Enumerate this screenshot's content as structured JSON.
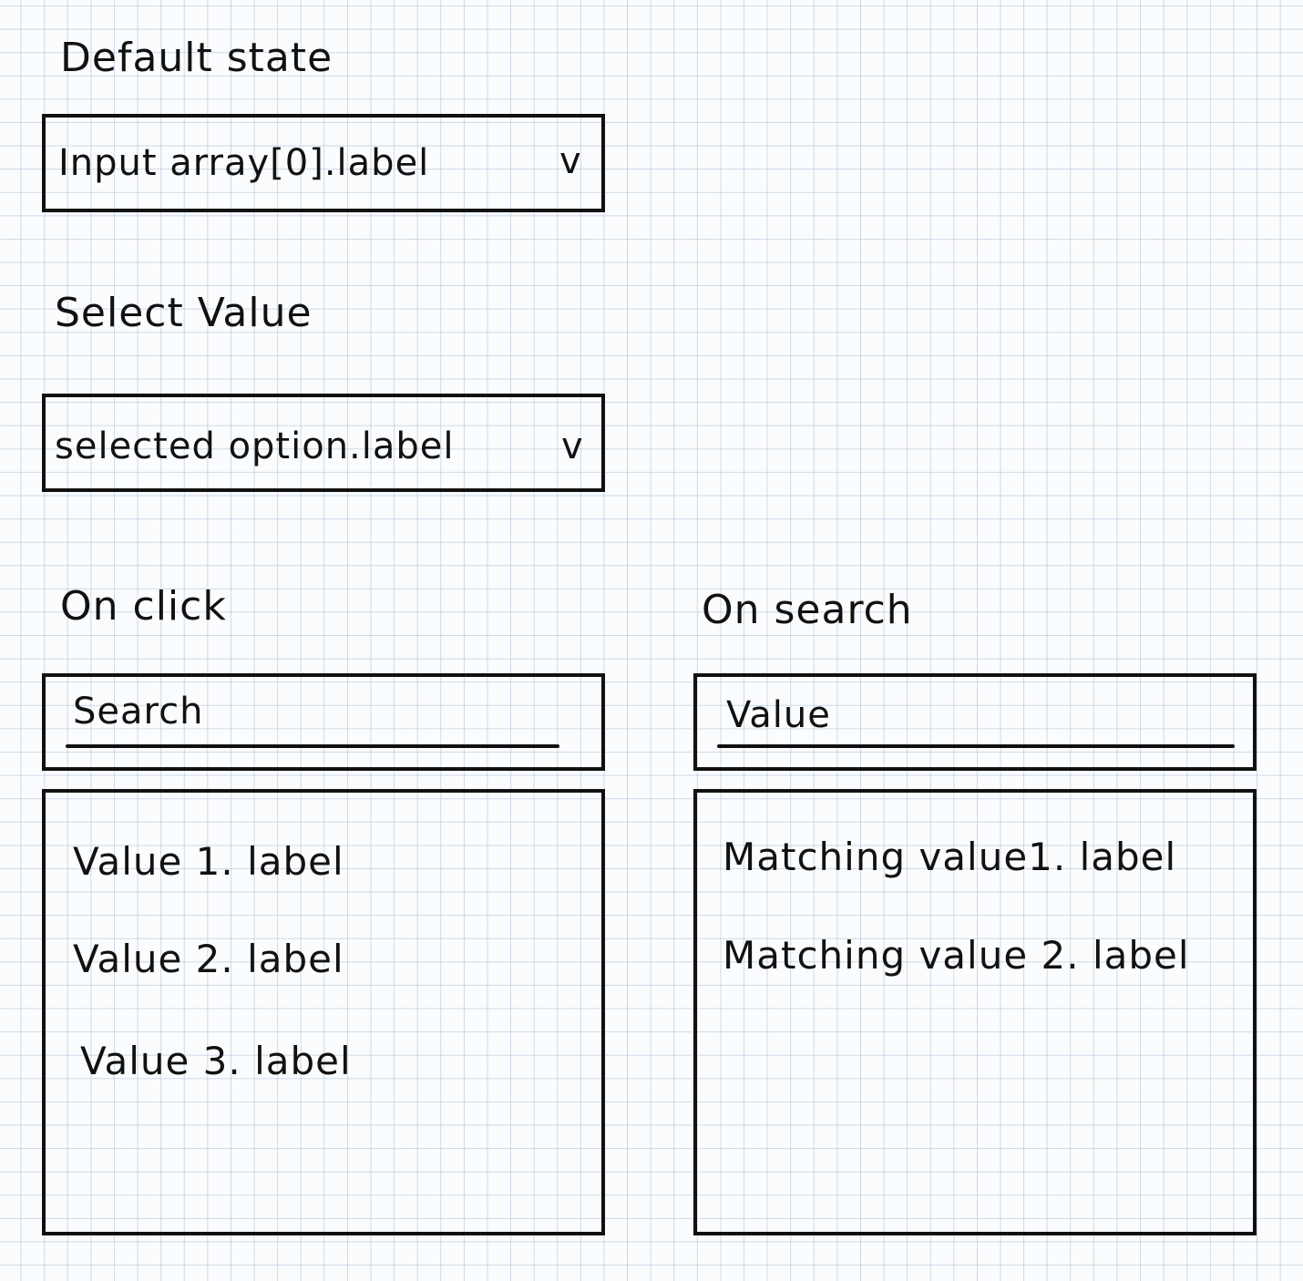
{
  "default_state": {
    "heading": "Default state",
    "select_value": "Input array[0].label",
    "chevron": "v"
  },
  "select_value_state": {
    "heading": "Select Value",
    "select_value": "selected option.label",
    "chevron": "v"
  },
  "on_click": {
    "heading": "On click",
    "search_text": "Search",
    "options": [
      "Value 1. label",
      "Value 2. label",
      "Value 3. label"
    ]
  },
  "on_search": {
    "heading": "On search",
    "search_text": "Value",
    "options": [
      "Matching value1. label",
      "Matching value 2. label"
    ]
  }
}
